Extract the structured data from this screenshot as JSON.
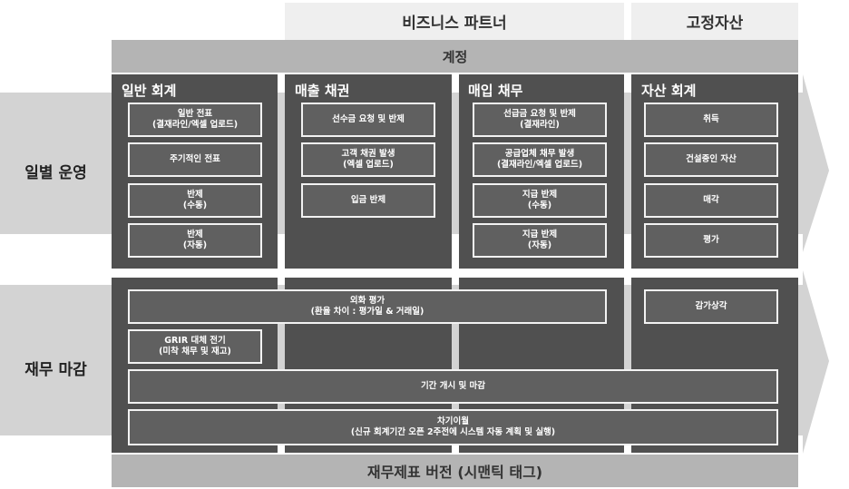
{
  "header": {
    "business_partner": "비즈니스 파트너",
    "fixed_assets": "고정자산",
    "account": "계정"
  },
  "rows": {
    "daily": "일별 운영",
    "closing": "재무 마감"
  },
  "columns": {
    "general": {
      "title": "일반 회계",
      "boxes": [
        [
          "일반 전표",
          "(결재라인/엑셀 업로드)"
        ],
        [
          "주기적인 전표"
        ],
        [
          "반제",
          "(수동)"
        ],
        [
          "반제",
          "(자동)"
        ]
      ]
    },
    "sales": {
      "title": "매출 채권",
      "boxes": [
        [
          "선수금 요청 및 반제"
        ],
        [
          "고객 채권 발생",
          "(엑셀 업로드)"
        ],
        [
          "입금 반제"
        ]
      ]
    },
    "purchase": {
      "title": "매입 채무",
      "boxes": [
        [
          "선급금 요청 및 반제",
          "(결재라인)"
        ],
        [
          "공급업체 채무 발생",
          "(결재라인/엑셀 업로드)"
        ],
        [
          "지급 반제",
          "(수동)"
        ],
        [
          "지급 반제",
          "(자동)"
        ]
      ]
    },
    "assets": {
      "title": "자산 회계",
      "boxes": [
        [
          "취득"
        ],
        [
          "건설중인 자산"
        ],
        [
          "매각"
        ],
        [
          "평가"
        ]
      ]
    }
  },
  "closing": {
    "fx_valuation": [
      "외화 평가",
      "(환율 차이 : 평가일 & 거래일)"
    ],
    "depreciation": [
      "감가상각"
    ],
    "grir": [
      "GRIR 대체 전기",
      "(미착 채무 및 재고)"
    ],
    "period_open_close": [
      "기간 개시 및 마감"
    ],
    "carry_forward": [
      "차기이월",
      "(신규 회계기간 오픈 2주전에 시스템 자동 계획 및 실행)"
    ]
  },
  "footer": {
    "label": "재무제표 버전 (시맨틱 태그)"
  }
}
